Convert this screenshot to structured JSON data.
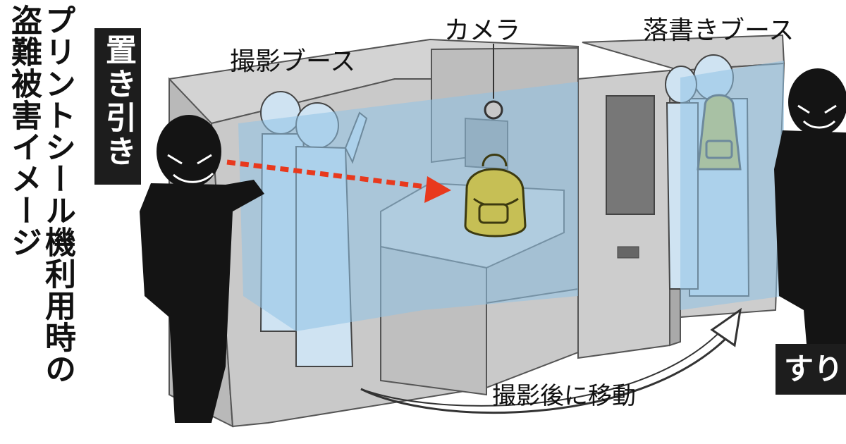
{
  "title": {
    "line1": "プリントシール機利用時の",
    "line2": "盗難被害イメージ"
  },
  "tags": {
    "okibiki": "置き引き",
    "suri": "すり"
  },
  "labels": {
    "shooting_booth": "撮影ブース",
    "camera": "カメラ",
    "doodle_booth": "落書きブース",
    "move_after_shooting": "撮影後に移動"
  },
  "colors": {
    "tag_bg": "#1d1d1d",
    "booth_gray": "#c9c9c9",
    "booth_dark": "#9a9a9a",
    "curtain_blue": "#8fc3e6",
    "arrow_red": "#e8391d",
    "backpack_olive": "#c6bf55",
    "thief_black": "#141414"
  },
  "icons": [
    "thief-figure",
    "backpack-icon",
    "camera-icon",
    "dashed-arrow",
    "curved-arrow"
  ]
}
